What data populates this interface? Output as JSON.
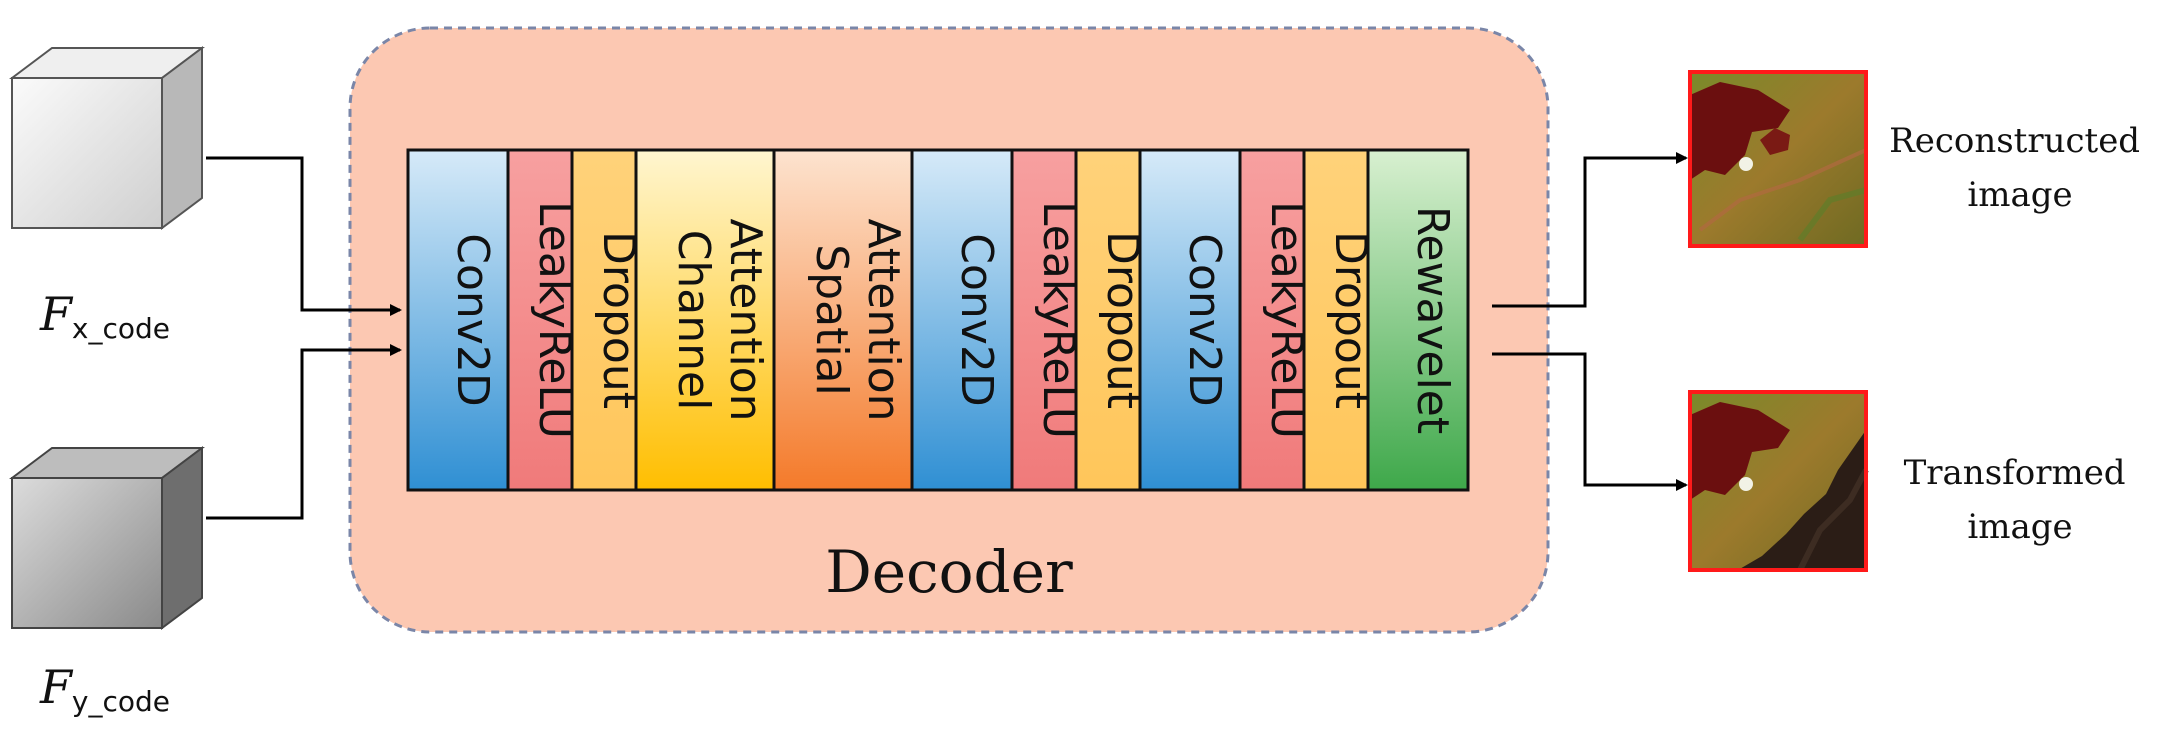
{
  "inputs": [
    {
      "symbol": "F",
      "subscript": "x_code"
    },
    {
      "symbol": "F",
      "subscript": "y_code"
    }
  ],
  "decoder": {
    "title": "Decoder",
    "layers": [
      {
        "lines": [
          "Conv2D"
        ],
        "color": "#4aa3df"
      },
      {
        "lines": [
          "LeakyReLU"
        ],
        "color": "#f08080"
      },
      {
        "lines": [
          "Dropout"
        ],
        "color": "#ffcc66"
      },
      {
        "lines": [
          "Channel",
          "Attention"
        ],
        "color": "#ffc200"
      },
      {
        "lines": [
          "Spatial",
          "Attention"
        ],
        "color": "#f7893e"
      },
      {
        "lines": [
          "Conv2D"
        ],
        "color": "#4aa3df"
      },
      {
        "lines": [
          "LeakyReLU"
        ],
        "color": "#f08080"
      },
      {
        "lines": [
          "Dropout"
        ],
        "color": "#ffcc66"
      },
      {
        "lines": [
          "Conv2D"
        ],
        "color": "#4aa3df"
      },
      {
        "lines": [
          "LeakyReLU"
        ],
        "color": "#f08080"
      },
      {
        "lines": [
          "Dropout"
        ],
        "color": "#ffcc66"
      },
      {
        "lines": [
          "Rewavelet"
        ],
        "color": "#4caf50"
      }
    ]
  },
  "outputs": [
    {
      "lines": [
        "Reconstructed",
        "image"
      ]
    },
    {
      "lines": [
        "Transformed",
        "image"
      ]
    }
  ],
  "colors": {
    "decoder_fill": "#fcc8b2",
    "decoder_border": "#7a86a8",
    "image_border": "#ff1a1a"
  }
}
